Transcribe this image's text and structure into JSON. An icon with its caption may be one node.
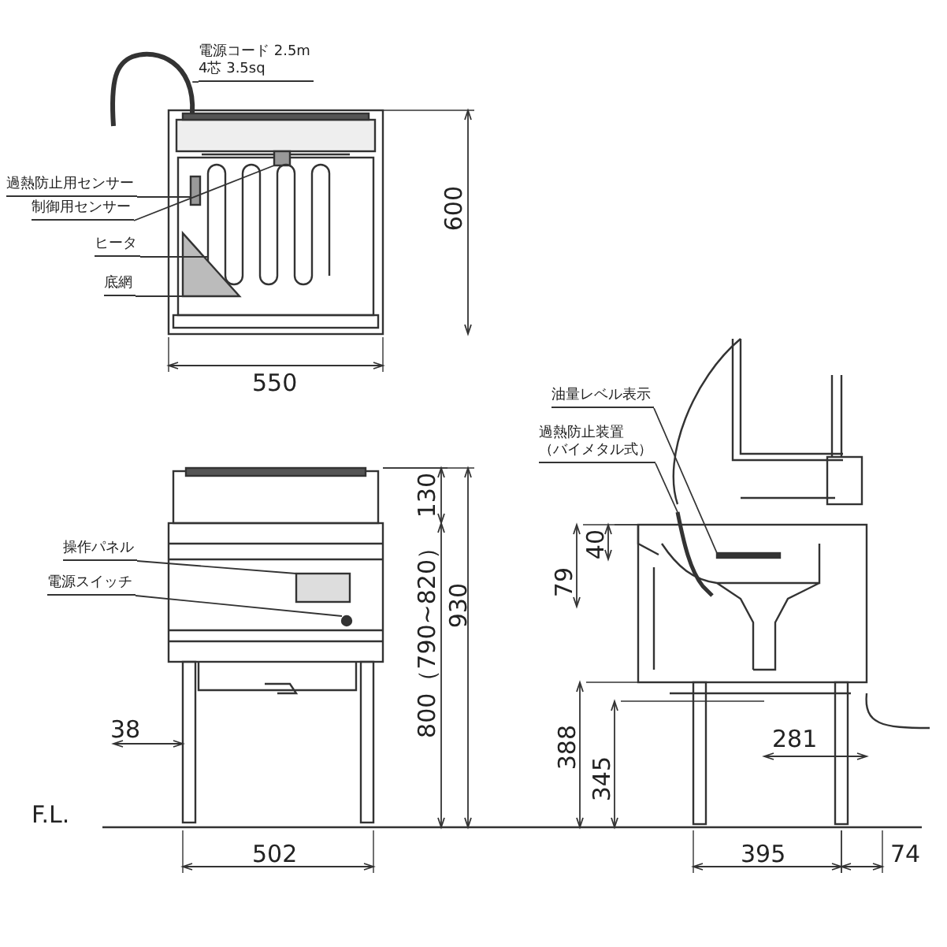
{
  "diagram": {
    "nodes": [
      {
        "text": [
          "電源コード 2.5m",
          "4芯 3.5sq"
        ]
      },
      {
        "text": [],
        "shape": "picture"
      },
      {
        "text": [
          "過熱防止用センサー"
        ]
      },
      {
        "text": [],
        "shape": "box"
      },
      {
        "text": [
          "制御用センサー"
        ]
      },
      {
        "text": [],
        "shape": "box"
      },
      {
        "text": [
          "ヒータ"
        ]
      },
      {
        "text": [],
        "shape": "picture"
      },
      {
        "text": [
          "底網"
        ]
      },
      {
        "text": [],
        "shape": "picture"
      },
      {
        "text": [
          "操作パネル"
        ]
      },
      {
        "text": [],
        "shape": "box"
      },
      {
        "text": [
          "電源スイッチ"
        ]
      },
      {
        "text": [],
        "shape": "circle"
      },
      {
        "text": [
          "油量レベル表示"
        ]
      },
      {
        "text": [],
        "shape": "bar"
      },
      {
        "text": [
          "過熱防止装置",
          "（バイメタル式）"
        ]
      },
      {
        "text": [],
        "shape": "picture"
      }
    ],
    "edges": [
      {
        "from": 0,
        "to": 1,
        "arrow": "none"
      },
      {
        "from": 2,
        "to": 3,
        "arrow": "none"
      },
      {
        "from": 4,
        "to": 5,
        "arrow": "none"
      },
      {
        "from": 6,
        "to": 7,
        "arrow": "none"
      },
      {
        "from": 8,
        "to": 9,
        "arrow": "none"
      },
      {
        "from": 10,
        "to": 11,
        "arrow": "none"
      },
      {
        "from": 12,
        "to": 13,
        "arrow": "none"
      },
      {
        "from": 14,
        "to": 15,
        "arrow": "none"
      },
      {
        "from": 16,
        "to": 17,
        "arrow": "none"
      }
    ],
    "labels": [
      "600",
      "550",
      "130",
      "800（790~820）",
      "930",
      "79",
      "40",
      "38",
      "388",
      "345",
      "281",
      "F.L.",
      "502",
      "395",
      "74"
    ]
  }
}
